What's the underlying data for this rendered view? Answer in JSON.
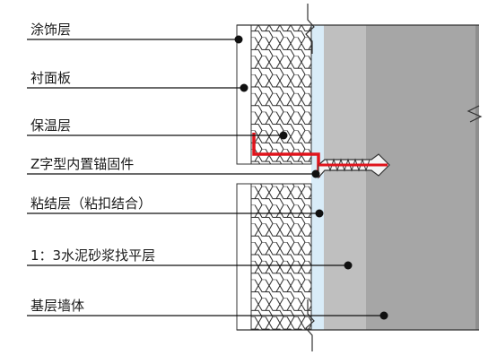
{
  "labels": [
    {
      "key": "coating",
      "text": "涂饰层"
    },
    {
      "key": "facing-board",
      "text": "衬面板"
    },
    {
      "key": "insulation",
      "text": "保温层"
    },
    {
      "key": "anchor",
      "text": "Z字型内置锚固件"
    },
    {
      "key": "bonding",
      "text": "粘结层（粘扣结合）"
    },
    {
      "key": "leveling",
      "text": "1：3水泥砂浆找平层"
    },
    {
      "key": "base-wall",
      "text": "基层墙体"
    }
  ],
  "colors": {
    "leader": "#111111",
    "anchor": "#e0141c",
    "insulation_fill": "#ffffff",
    "hex_stroke": "#2a2a2a",
    "bonding_layer": "#d9ecf8",
    "leveling_layer": "#bfbfbf",
    "base_wall": "#a6a6a6",
    "outline": "#333333"
  }
}
